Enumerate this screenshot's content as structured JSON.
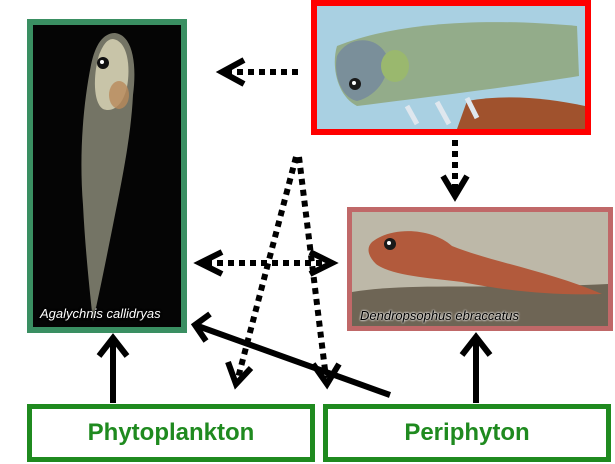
{
  "panels": {
    "agalychnis_caption": "Agalychnis callidryas",
    "dendropsophus_caption": "Dendropsophus ebraccatus"
  },
  "food_sources": {
    "phytoplankton": "Phytoplankton",
    "periphyton": "Periphyton"
  },
  "colors": {
    "agalychnis_border": "#3a8f62",
    "predator_border": "#ff0000",
    "dendropsophus_border": "#c06868",
    "food_box": "#1f8a1f",
    "arrow": "#000000"
  }
}
